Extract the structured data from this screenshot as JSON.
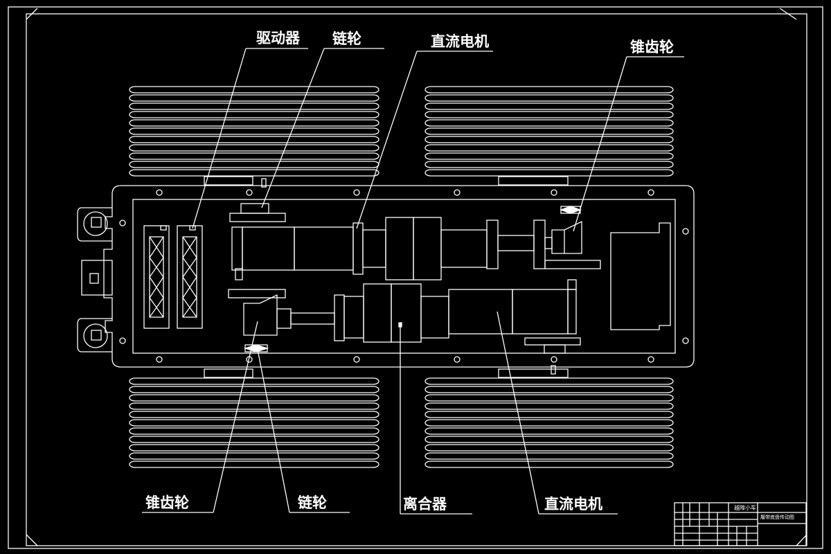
{
  "callouts": {
    "driver": "驱动器",
    "sprocket_top": "链轮",
    "dc_motor_top": "直流电机",
    "bevel_gear_top": "锥齿轮",
    "bevel_gear_bottom": "锥齿轮",
    "sprocket_bottom": "链轮",
    "clutch": "离合器",
    "dc_motor_bottom": "直流电机"
  },
  "title_block": {
    "name": "越障小车",
    "drawing_title": "履带底盘传动图"
  },
  "colors": {
    "line": "#ffffff",
    "background": "#000000"
  }
}
